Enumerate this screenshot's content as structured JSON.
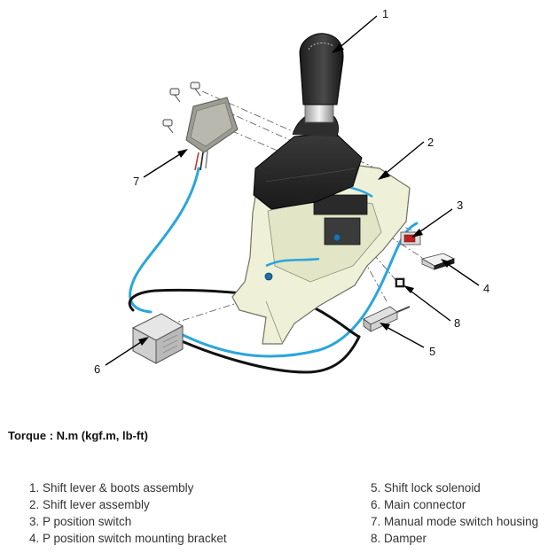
{
  "diagram": {
    "callouts": [
      "1",
      "2",
      "3",
      "4",
      "5",
      "6",
      "7",
      "8"
    ]
  },
  "torque_label": "Torque : N.m (kgf.m, lb-ft)",
  "legend": {
    "left": [
      "1. Shift lever & boots assembly",
      "2. Shift lever assembly",
      "3. P position switch",
      "4. P position switch mounting bracket"
    ],
    "right": [
      "5. Shift lock solenoid",
      "6. Main connector",
      "7. Manual mode switch housing",
      "8. Damper"
    ]
  },
  "colors": {
    "cable_blue": "#29a6dc",
    "cable_black": "#111111",
    "housing": "#eef0d8",
    "boot": "#2a2a2a"
  }
}
